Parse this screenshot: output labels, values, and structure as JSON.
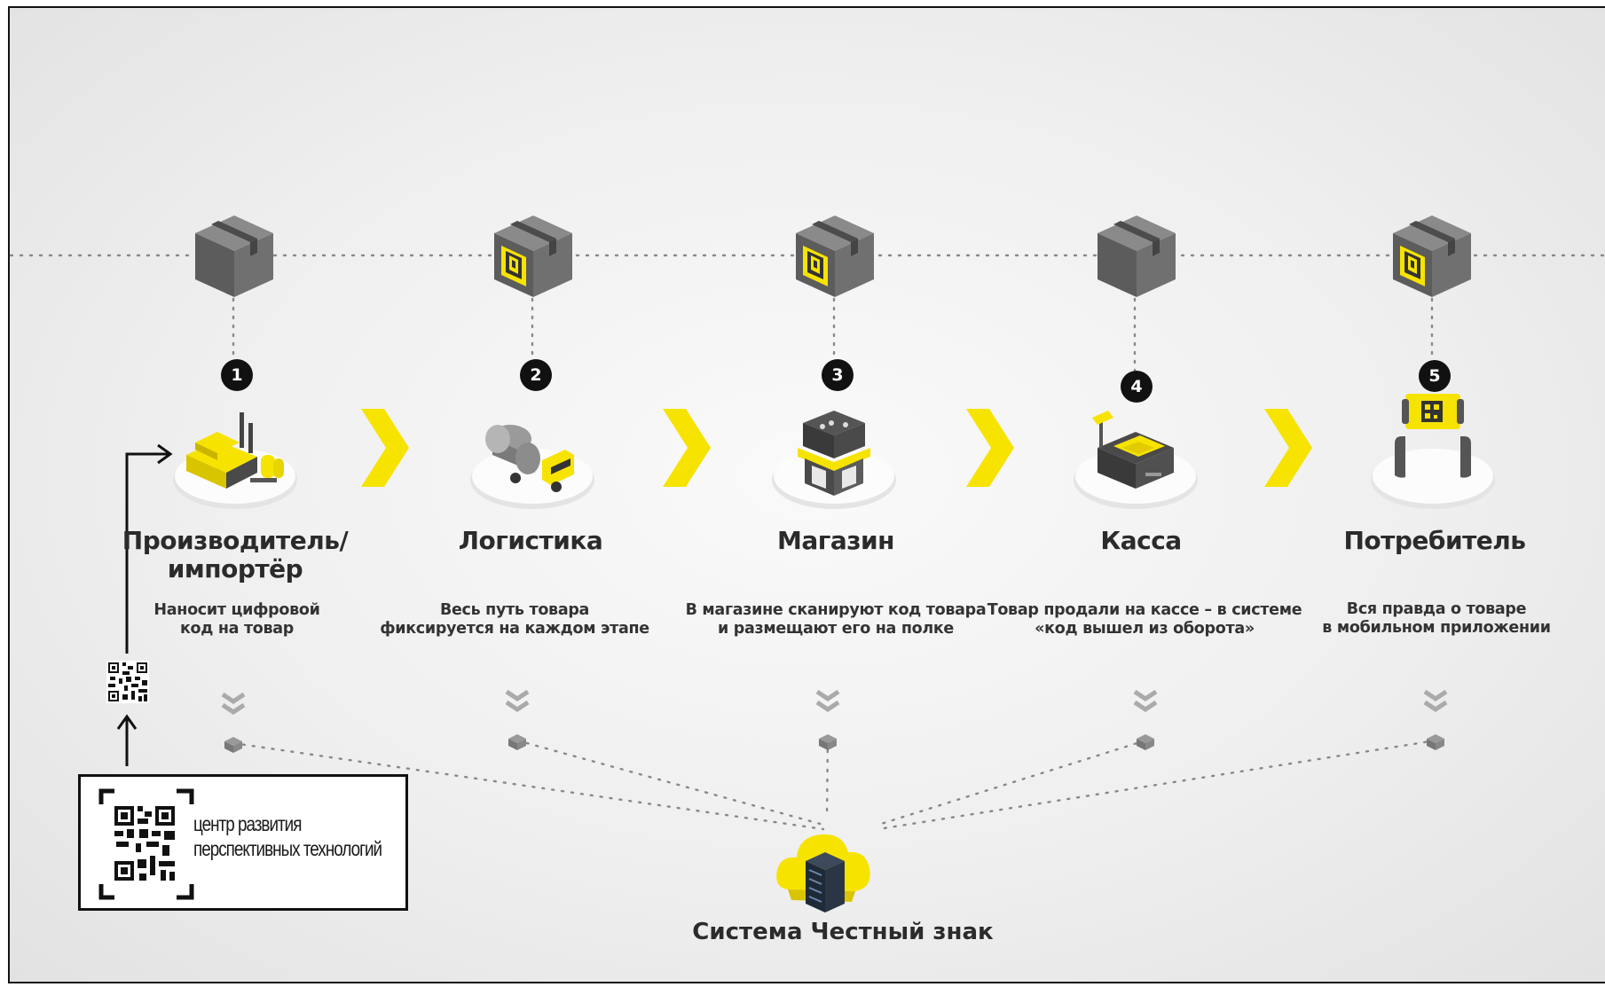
{
  "stages": [
    {
      "number": "1",
      "title_line1": "Производитель/",
      "title_line2": "импортёр",
      "desc_line1": "Наносит цифровой",
      "desc_line2": "код на товар",
      "box_has_code": false
    },
    {
      "number": "2",
      "title_line1": "Логистика",
      "title_line2": "",
      "desc_line1": "Весь путь товара",
      "desc_line2": "фиксируется на каждом этапе",
      "box_has_code": true
    },
    {
      "number": "3",
      "title_line1": "Магазин",
      "title_line2": "",
      "desc_line1": "В магазине сканируют код товара",
      "desc_line2": "и размещают его на полке",
      "box_has_code": true
    },
    {
      "number": "4",
      "title_line1": "Касса",
      "title_line2": "",
      "desc_line1": "Товар продали на кассе – в системе",
      "desc_line2": "«код вышел из оборота»",
      "box_has_code": false
    },
    {
      "number": "5",
      "title_line1": "Потребитель",
      "title_line2": "",
      "desc_line1": "Вся правда о товаре",
      "desc_line2": "в мобильном приложении",
      "box_has_code": true
    }
  ],
  "system": {
    "label": "Система Честный знак"
  },
  "logo": {
    "line1": "центр развития",
    "line2": "перспективных технологий"
  },
  "icons": {
    "box": "cardboard-box-icon",
    "code": "qr-code-icon",
    "factory": "factory-icon",
    "truck": "tanker-truck-icon",
    "shop": "shop-icon",
    "register": "cash-register-icon",
    "phone": "smartphone-icon",
    "cloud": "cloud-server-icon"
  },
  "colors": {
    "accent": "#f7e300",
    "dark": "#111111",
    "box": "#6e6e6e",
    "text": "#2b2b2b"
  }
}
